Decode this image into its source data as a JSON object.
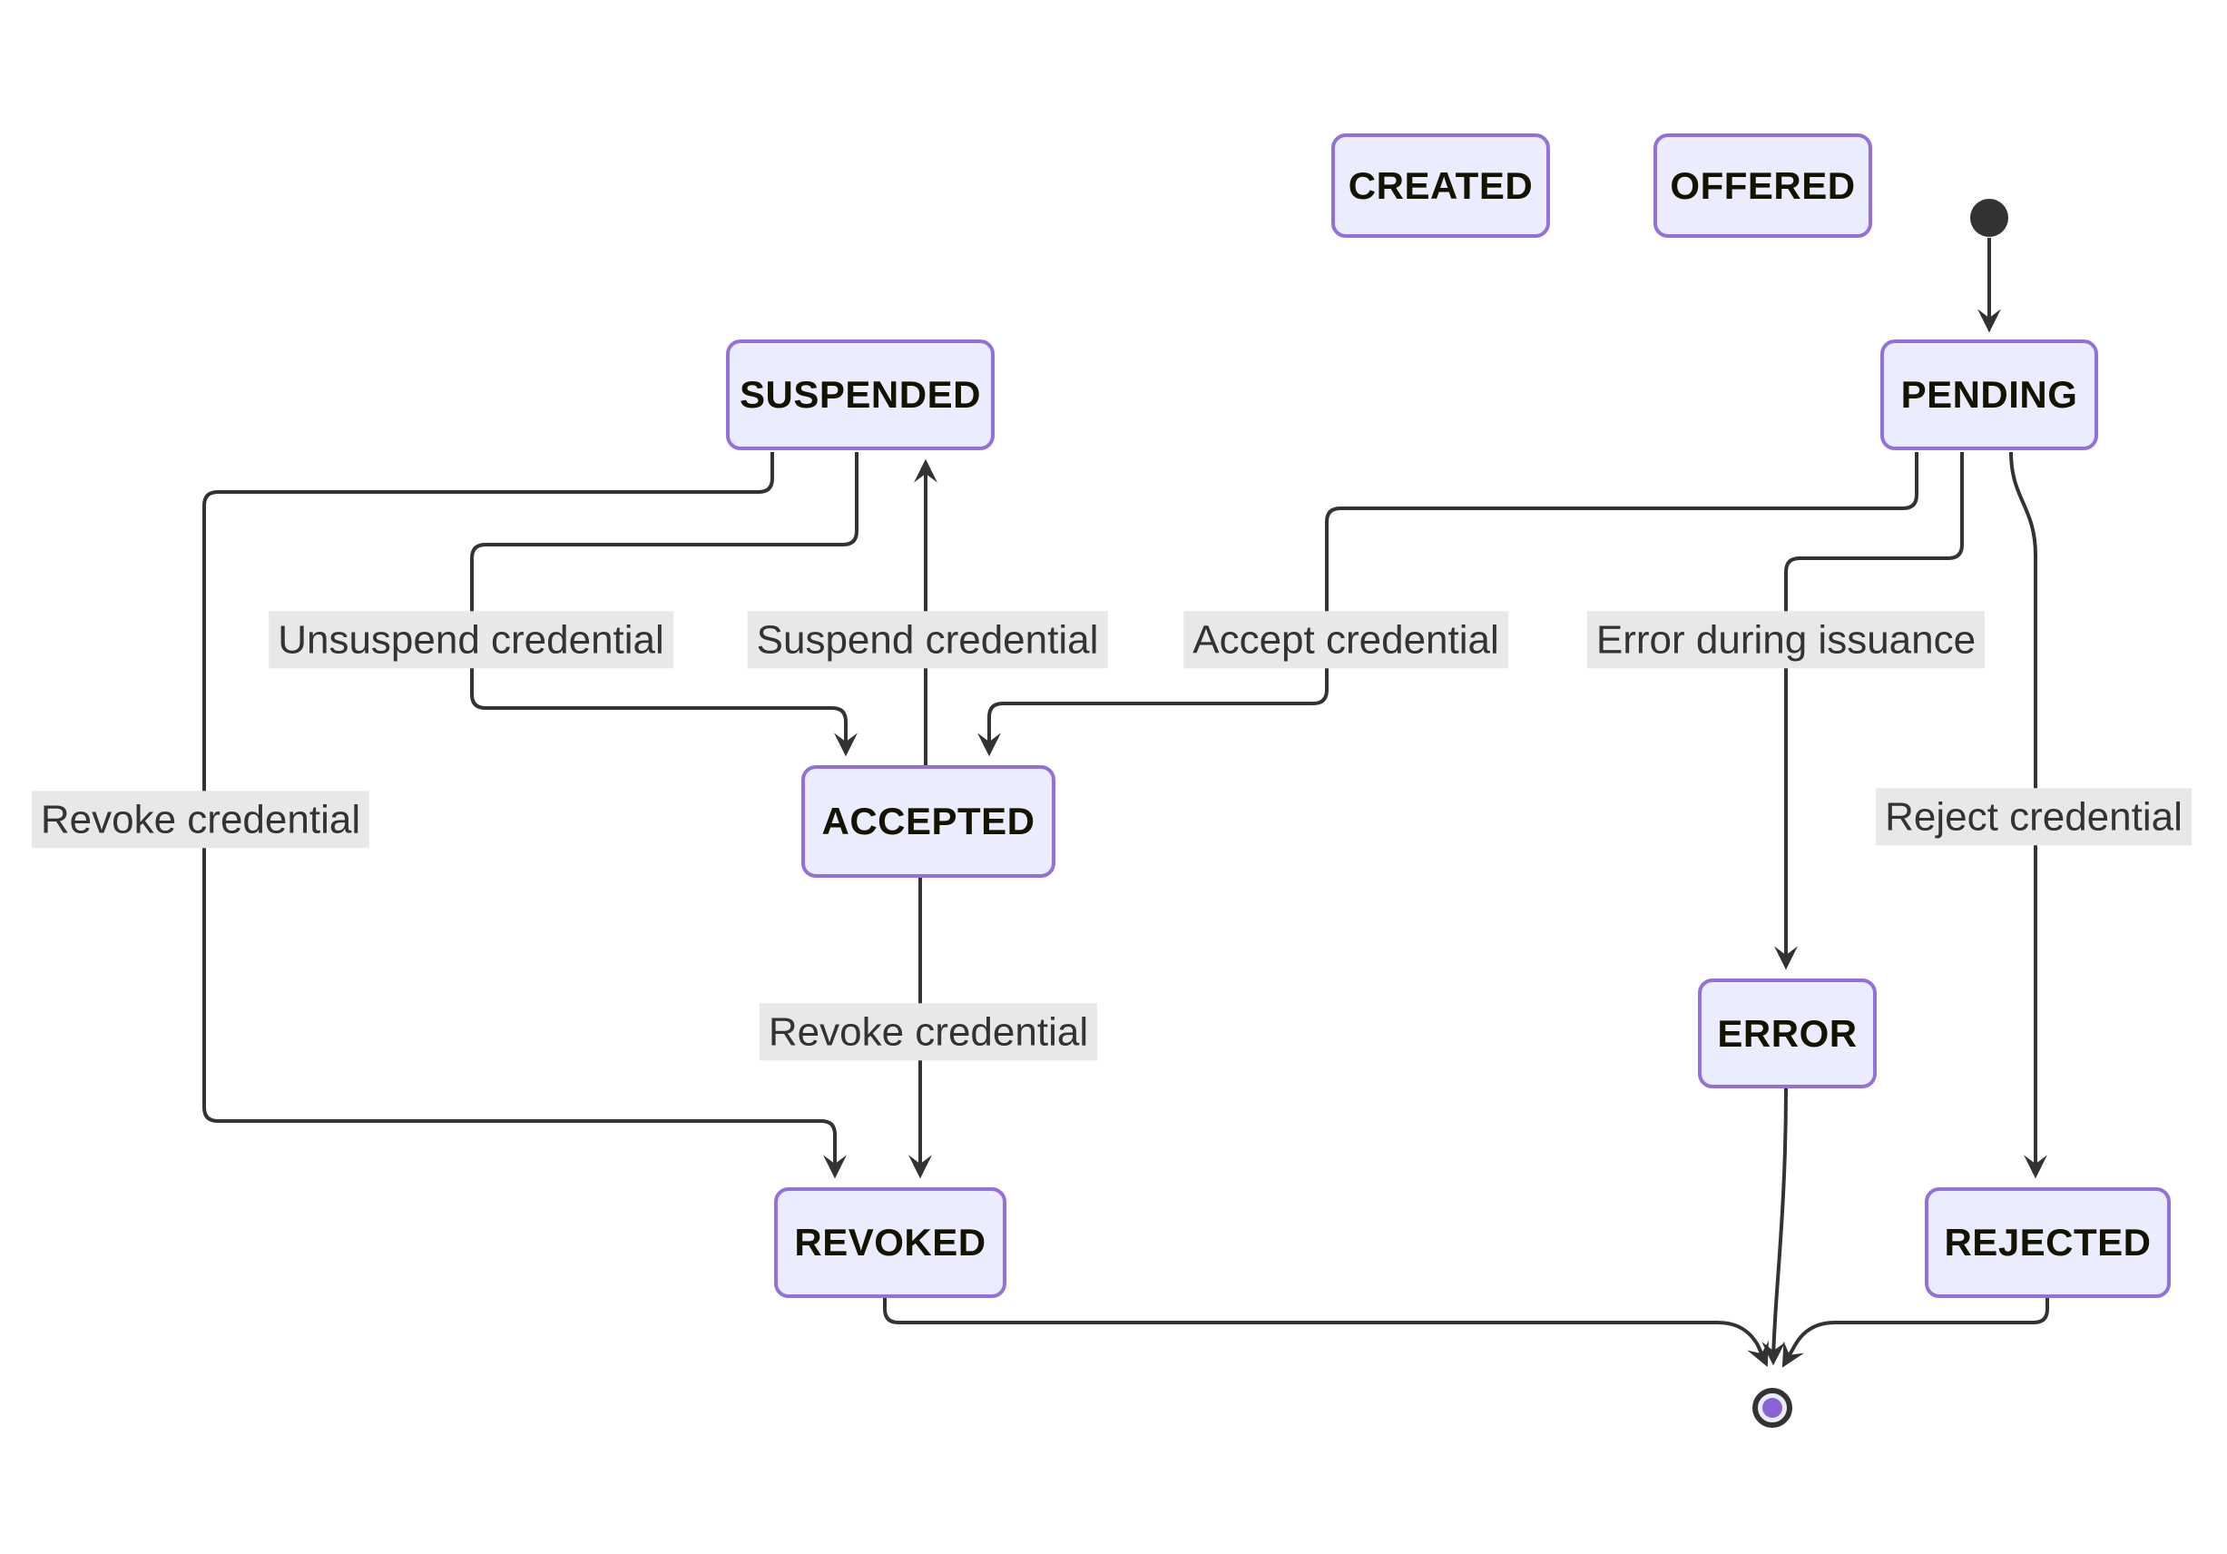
{
  "diagram": {
    "type": "state-machine",
    "nodes": {
      "created": {
        "label": "CREATED"
      },
      "offered": {
        "label": "OFFERED"
      },
      "pending": {
        "label": "PENDING"
      },
      "suspended": {
        "label": "SUSPENDED"
      },
      "accepted": {
        "label": "ACCEPTED"
      },
      "error": {
        "label": "ERROR"
      },
      "revoked": {
        "label": "REVOKED"
      },
      "rejected": {
        "label": "REJECTED"
      }
    },
    "edge_labels": {
      "unsuspend": "Unsuspend credential",
      "suspend": "Suspend credential",
      "accept": "Accept credential",
      "error_issuance": "Error during issuance",
      "revoke_from_suspended": "Revoke credential",
      "revoke_from_accepted": "Revoke credential",
      "reject": "Reject credential"
    },
    "transitions": [
      {
        "from": "[start]",
        "to": "PENDING",
        "label": ""
      },
      {
        "from": "PENDING",
        "to": "ACCEPTED",
        "label": "Accept credential"
      },
      {
        "from": "PENDING",
        "to": "ERROR",
        "label": "Error during issuance"
      },
      {
        "from": "PENDING",
        "to": "REJECTED",
        "label": "Reject credential"
      },
      {
        "from": "SUSPENDED",
        "to": "ACCEPTED",
        "label": "Unsuspend credential"
      },
      {
        "from": "ACCEPTED",
        "to": "SUSPENDED",
        "label": "Suspend credential"
      },
      {
        "from": "SUSPENDED",
        "to": "REVOKED",
        "label": "Revoke credential"
      },
      {
        "from": "ACCEPTED",
        "to": "REVOKED",
        "label": "Revoke credential"
      },
      {
        "from": "REVOKED",
        "to": "[end]",
        "label": ""
      },
      {
        "from": "ERROR",
        "to": "[end]",
        "label": ""
      },
      {
        "from": "REJECTED",
        "to": "[end]",
        "label": ""
      }
    ],
    "colors": {
      "background": "#ffffff",
      "node_fill": "#ECECFF",
      "node_border": "#9370DB",
      "node_text": "#131300",
      "edge_stroke": "#333333",
      "edge_label_bg": "#e8e8e8",
      "edge_label_text": "#333333",
      "start_marker": "#333333",
      "end_marker_ring": "#333333",
      "end_marker_dot": "#8c63d6"
    }
  }
}
